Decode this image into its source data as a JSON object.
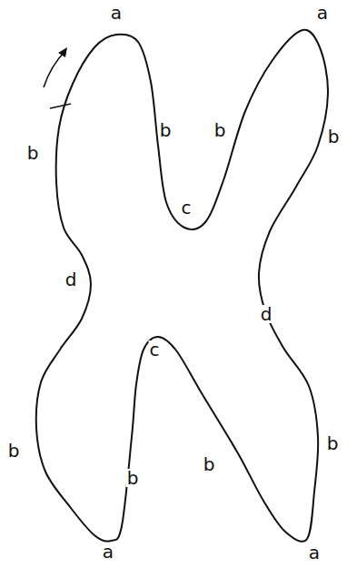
{
  "diagram": {
    "labels": [
      "a",
      "a",
      "b",
      "b",
      "b",
      "b",
      "c",
      "d",
      "d",
      "c",
      "b",
      "b",
      "b",
      "b",
      "a",
      "a"
    ]
  }
}
